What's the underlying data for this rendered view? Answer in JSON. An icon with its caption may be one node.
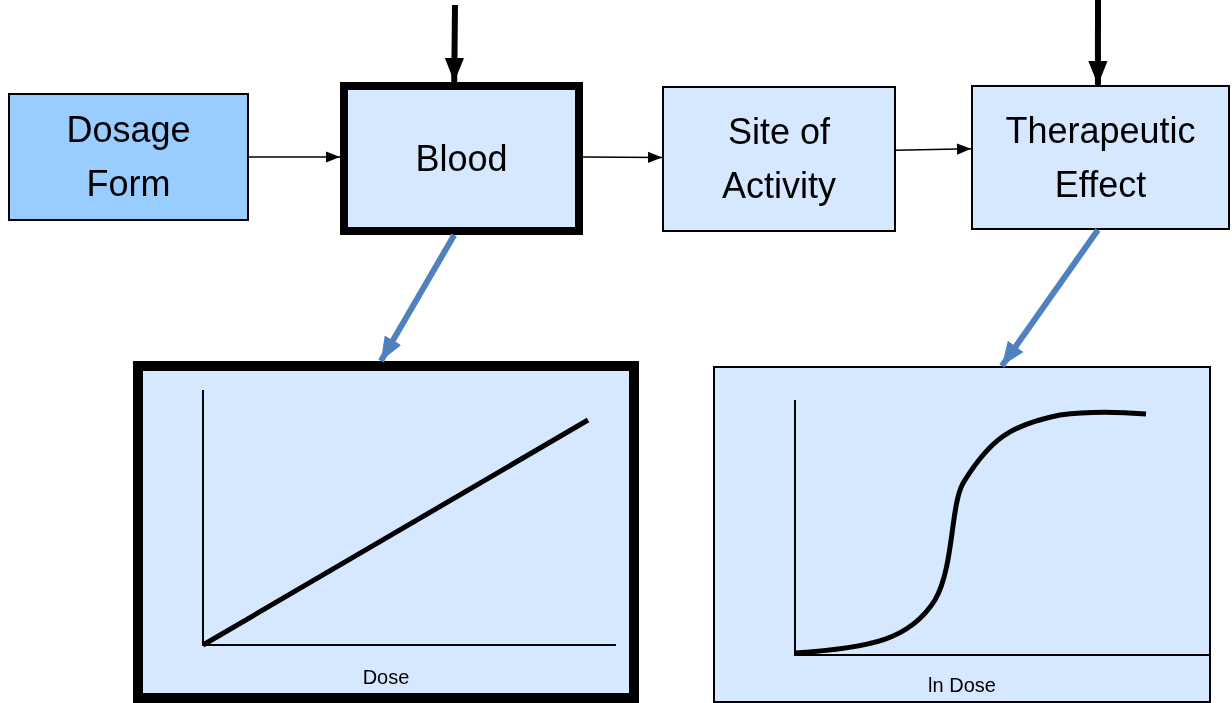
{
  "diagram": {
    "nodes": [
      {
        "text": [
          "Dosage Form"
        ]
      },
      {
        "text": [
          "Blood"
        ]
      },
      {
        "text": [
          "Site of Activity"
        ]
      },
      {
        "text": [
          "Therapeutic Effect"
        ]
      },
      {
        "text": [
          "Dose"
        ]
      },
      {
        "text": [
          "ln Dose"
        ]
      }
    ],
    "edges": [
      {
        "from": 0,
        "to": 1,
        "arrow": "to"
      },
      {
        "from": 1,
        "to": 2,
        "arrow": "to"
      },
      {
        "from": 2,
        "to": 3,
        "arrow": "to"
      },
      {
        "from": null,
        "to": 1,
        "arrow": "to"
      },
      {
        "from": null,
        "to": 3,
        "arrow": "to"
      },
      {
        "from": 1,
        "to": 4,
        "arrow": "to",
        "color": "#4f81bd"
      },
      {
        "from": 3,
        "to": 5,
        "arrow": "to",
        "color": "#4f81bd"
      }
    ]
  }
}
